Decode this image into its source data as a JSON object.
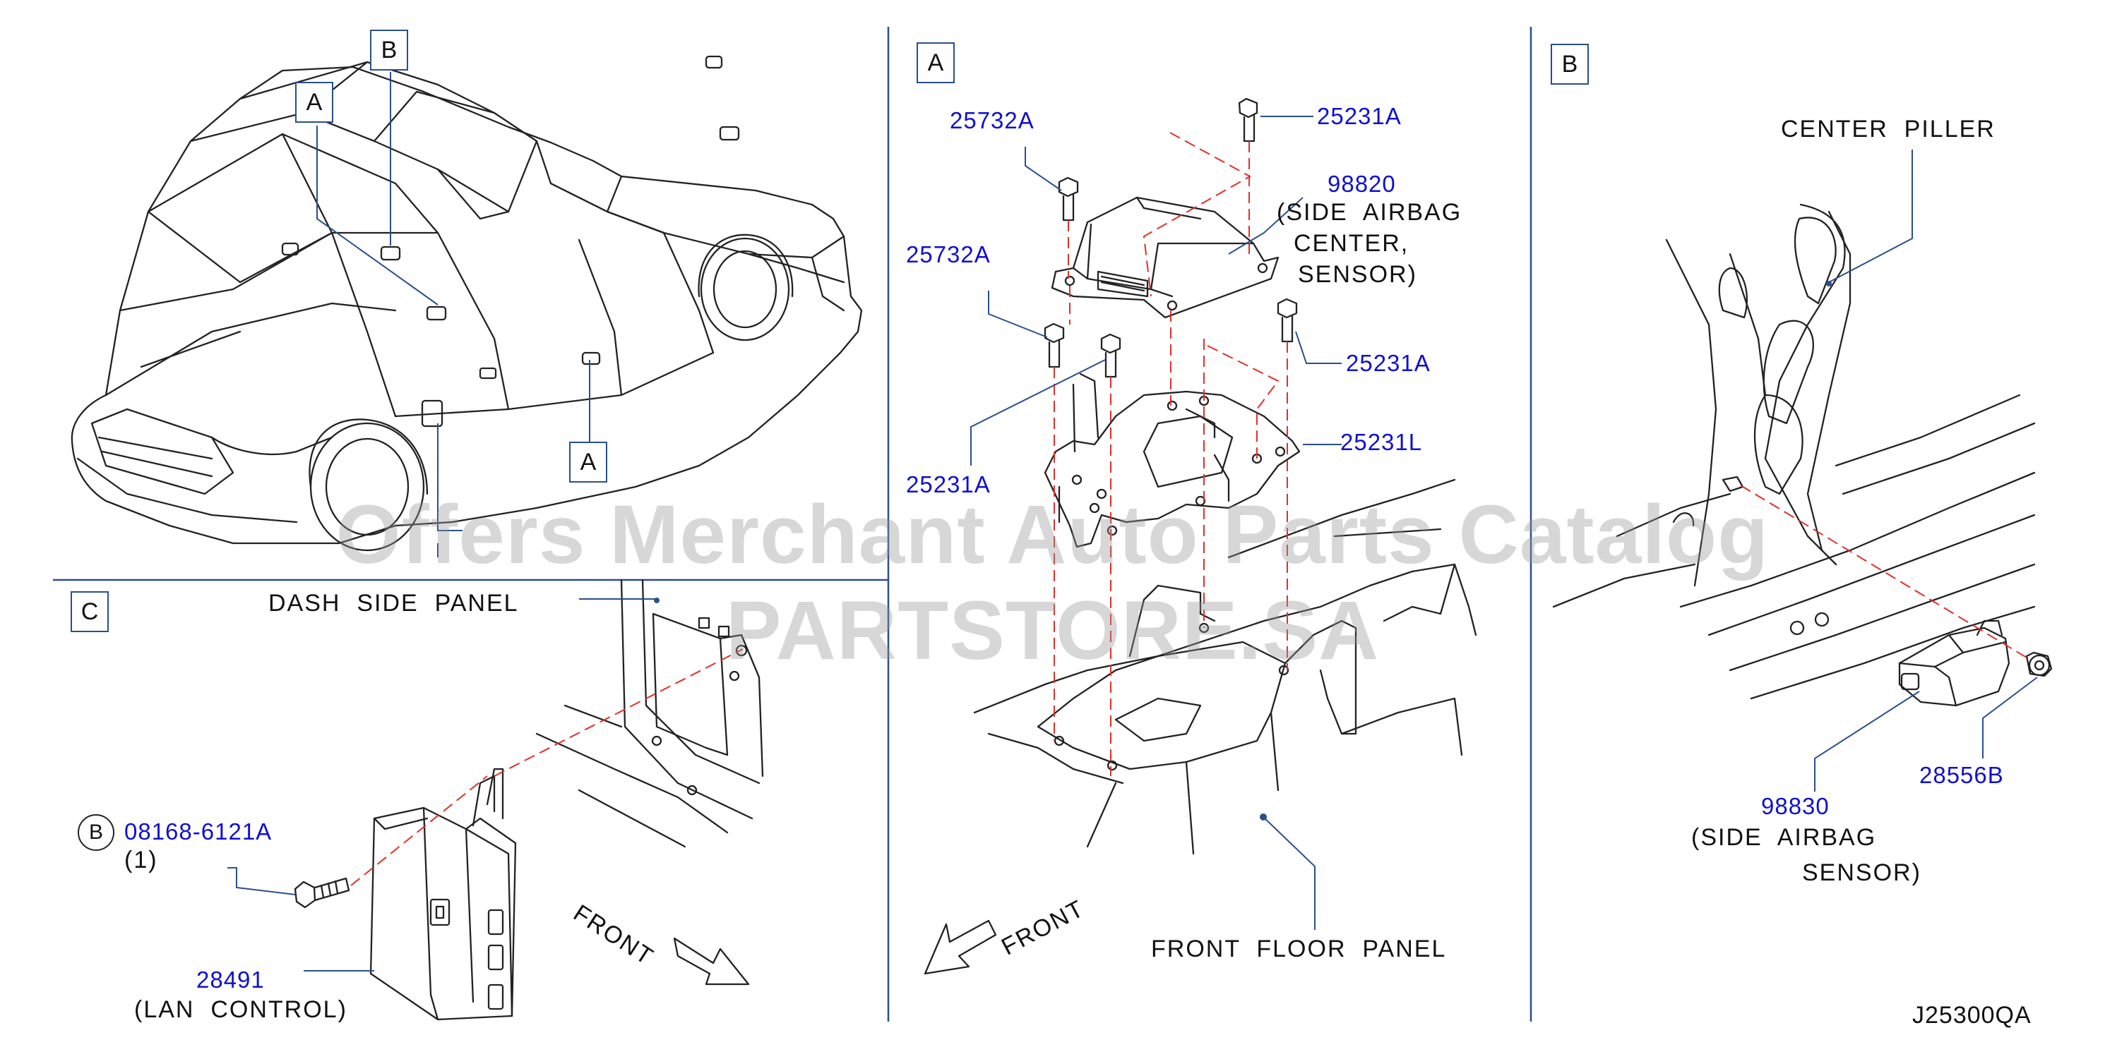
{
  "colors": {
    "part_number": "#1010d0",
    "leader": "#2a4f8a",
    "outline": "#222222",
    "dashed_guide": "#e0302a",
    "divider": "#2a4f8a",
    "watermark": "#969696"
  },
  "overview": {
    "callout_a_top": "A",
    "callout_b": "B",
    "callout_a_door": "A"
  },
  "section_c": {
    "tag": "C",
    "dash_side_panel": "DASH  SIDE  PANEL",
    "bolt_ref": "B",
    "bolt_part": "08168-6121A",
    "bolt_qty": "(1)",
    "module_part": "28491",
    "module_desc": "(LAN  CONTROL)",
    "front": "FRONT"
  },
  "section_a": {
    "tag": "A",
    "bolt_upper_left": "25732A",
    "bolt_top_right": "25231A",
    "sensor_part": "98820",
    "sensor_desc_1": "(SIDE  AIRBAG",
    "sensor_desc_2": "CENTER,",
    "sensor_desc_3": "SENSOR)",
    "bolt_mid_left": "25732A",
    "bolt_mid_right": "25231A",
    "bracket_part": "25231L",
    "bolt_lower_left": "25231A",
    "front": "FRONT",
    "floor_panel": "FRONT  FLOOR  PANEL"
  },
  "section_b": {
    "tag": "B",
    "center_piller": "CENTER  PILLER",
    "sensor_part": "98830",
    "sensor_desc_1": "(SIDE  AIRBAG",
    "sensor_desc_2": "SENSOR)",
    "nut_part": "28556B"
  },
  "watermark": "Offers Merchant Auto Parts Catalog PARTSTORE.SA",
  "diagram_code": "J25300QA"
}
